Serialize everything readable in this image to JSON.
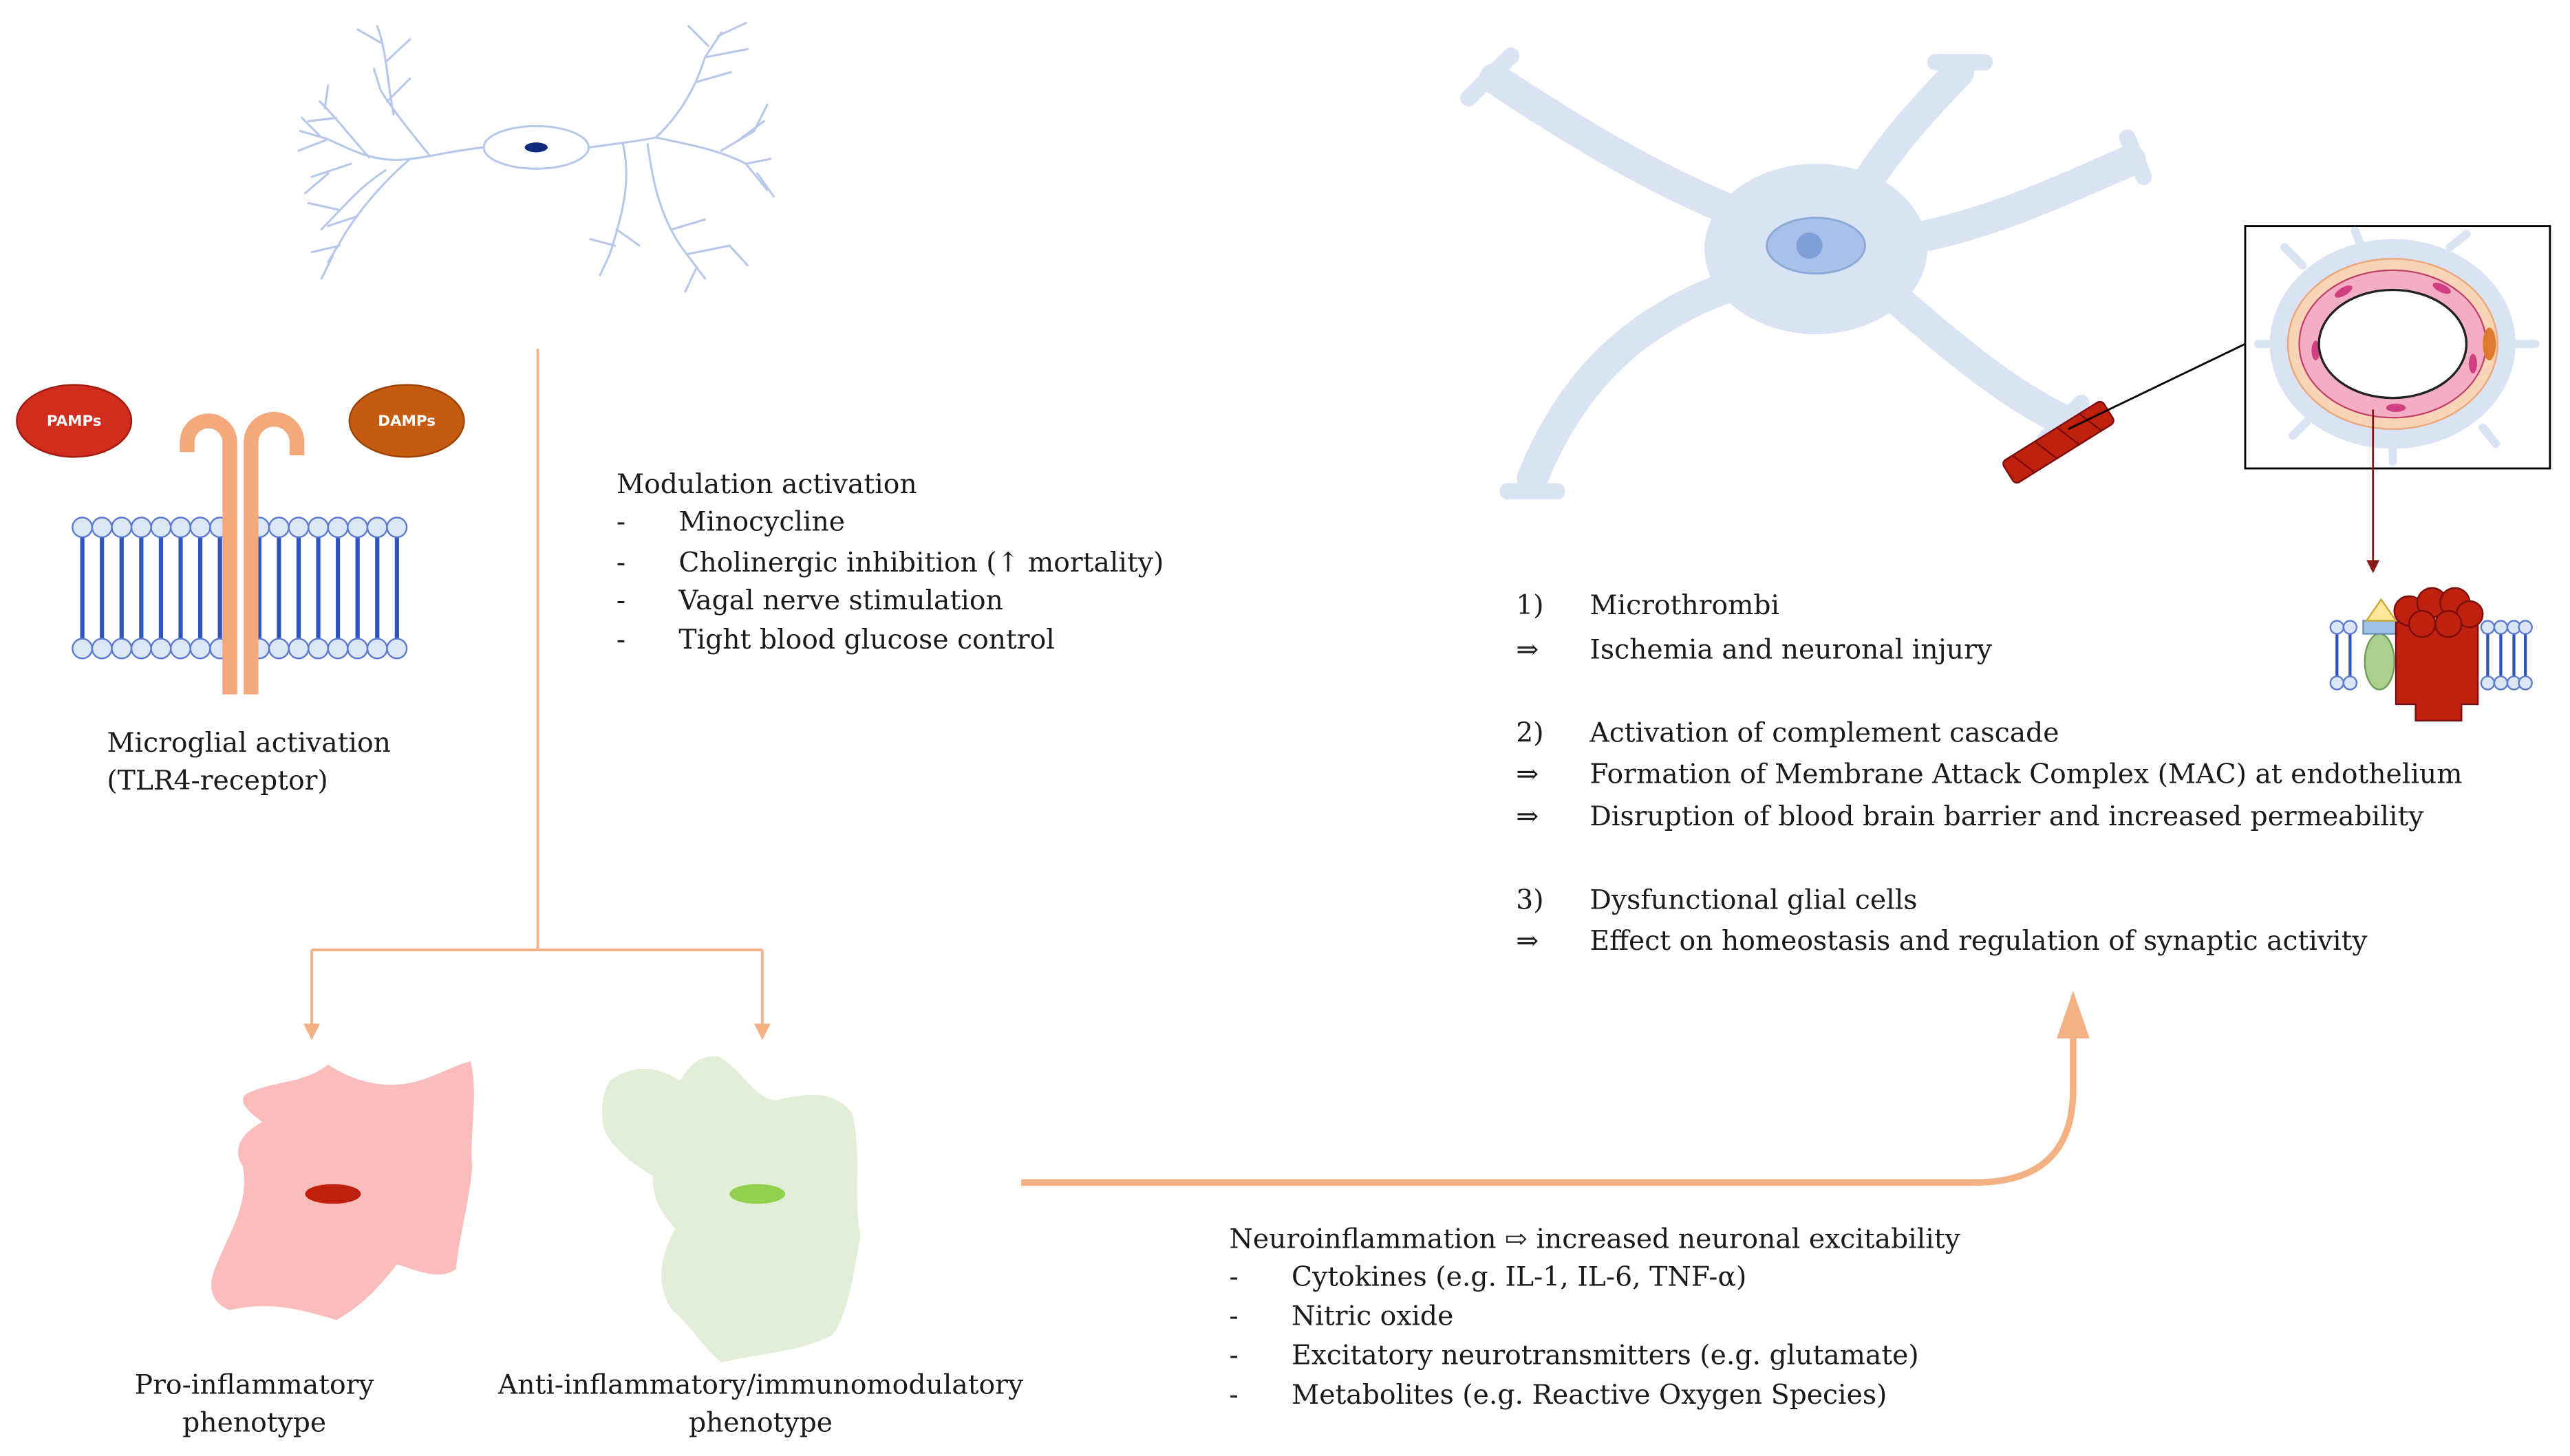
{
  "receptor_panel": {
    "pamps_label": "PAMPs",
    "damps_label": "DAMPs",
    "caption_line1": "Microglial activation",
    "caption_line2": "(TLR4-receptor)"
  },
  "modulation": {
    "title": "Modulation activation",
    "bullet": "-",
    "items": [
      "Minocycline",
      "Cholinergic inhibition (↑ mortality)",
      "Vagal nerve stimulation",
      "Tight blood glucose control"
    ]
  },
  "phenotypes": [
    {
      "label_line1": "Pro-inflammatory",
      "label_line2": "phenotype"
    },
    {
      "label_line1": "Anti-inflammatory/immunomodulatory",
      "label_line2": "phenotype"
    }
  ],
  "neuroinflammation": {
    "title": "Neuroinflammation ⇨ increased neuronal excitability",
    "bullet": "-",
    "items": [
      "Cytokines (e.g. IL-1, IL-6, TNF-α)",
      "Nitric oxide",
      "Excitatory neurotransmitters (e.g. glutamate)",
      "Metabolites (e.g. Reactive Oxygen Species)"
    ]
  },
  "consequences": {
    "implication_marker": "⇒",
    "groups": [
      {
        "number": "1)",
        "title": "Microthrombi",
        "effects": [
          "Ischemia and neuronal injury"
        ]
      },
      {
        "number": "2)",
        "title": "Activation of complement cascade",
        "effects": [
          "Formation of Membrane Attack Complex (MAC) at endothelium",
          "Disruption of blood brain barrier and increased permeability"
        ]
      },
      {
        "number": "3)",
        "title": "Dysfunctional glial cells",
        "effects": [
          "Effect on homeostasis and regulation of synaptic activity"
        ]
      }
    ]
  },
  "icons": {
    "neuron": "neuron-icon",
    "receptor": "tlr4-receptor-icon",
    "astrocyte": "astrocyte-icon",
    "vessel": "blood-vessel-cross-section-icon",
    "mac": "membrane-attack-complex-icon"
  },
  "colors": {
    "connector": "#f4b183",
    "pamps": "#d12c1e",
    "damps": "#c55a11",
    "receptor": "#f4a97c",
    "pro_inflammatory": "#fbbcbc",
    "pro_nucleus": "#c0200e",
    "anti_inflammatory": "#e3eed8",
    "anti_nucleus": "#92d050",
    "astrocyte": "#dae3f4",
    "lipid_tail": "#2f54c0",
    "complex_red": "#c0200e"
  }
}
